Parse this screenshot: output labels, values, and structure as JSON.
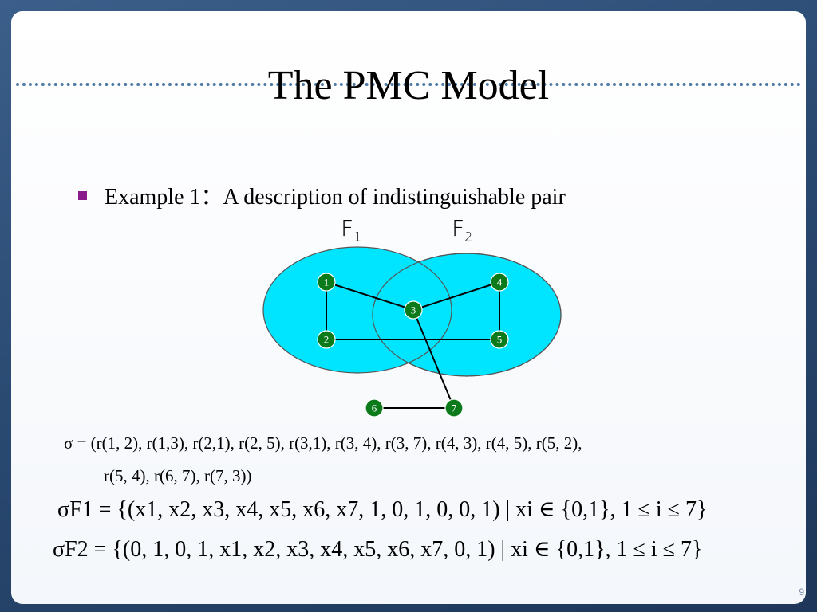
{
  "slide": {
    "title": "The PMC Model",
    "bullet": "Example 1：A description of indistinguishable pair",
    "page_number": "9"
  },
  "diagram": {
    "f1_label": "F",
    "f1_sub": "1",
    "f2_label": "F",
    "f2_sub": "2",
    "region_color": "#00e5ff",
    "node_color": "#0a7a1a",
    "nodes": [
      {
        "id": "1",
        "label": "1"
      },
      {
        "id": "2",
        "label": "2"
      },
      {
        "id": "3",
        "label": "3"
      },
      {
        "id": "4",
        "label": "4"
      },
      {
        "id": "5",
        "label": "5"
      },
      {
        "id": "6",
        "label": "6"
      },
      {
        "id": "7",
        "label": "7"
      }
    ],
    "edges": [
      [
        "1",
        "2"
      ],
      [
        "1",
        "3"
      ],
      [
        "2",
        "5"
      ],
      [
        "3",
        "4"
      ],
      [
        "3",
        "7"
      ],
      [
        "4",
        "5"
      ],
      [
        "6",
        "7"
      ]
    ]
  },
  "formulas": {
    "sigma_line1": "σ = (r(1, 2), r(1,3), r(2,1), r(2, 5), r(3,1), r(3, 4), r(3, 7), r(4, 3), r(4, 5), r(5, 2),",
    "sigma_line2": "r(5, 4), r(6, 7), r(7, 3))",
    "sigma_f1": "σF1 = {(x1, x2, x3, x4, x5, x6, x7, 1, 0, 1, 0, 0, 1) | xi ∈ {0,1}, 1 ≤ i ≤ 7}",
    "sigma_f2": "σF2 = {(0, 1, 0, 1, x1, x2, x3, x4, x5, x6, x7, 0, 1) | xi ∈ {0,1}, 1 ≤ i ≤ 7}"
  }
}
